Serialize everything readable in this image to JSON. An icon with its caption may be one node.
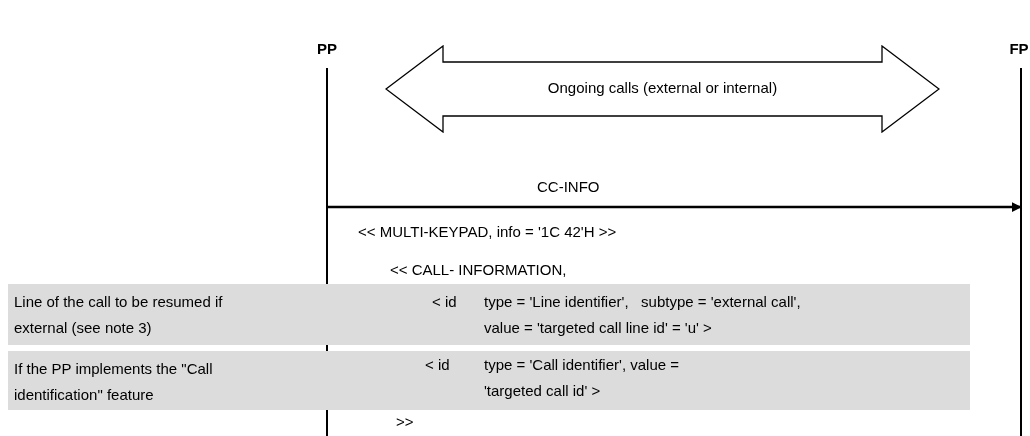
{
  "diagram": {
    "nodes": [
      {
        "text": [
          "PP"
        ]
      },
      {
        "text": [
          "FP"
        ]
      },
      {
        "text": [
          "Ongoing calls (external or internal)"
        ]
      },
      {
        "text": [
          "Line of the call to be resumed if external (see note 3)",
          "< id",
          "type = 'Line identifier',   subtype = 'external call', value = 'targeted call line id' = 'u' >"
        ]
      },
      {
        "text": [
          "If the PP implements the \"Call identification\" feature",
          "< id",
          "type = 'Call identifier', value = 'targeted call id' >"
        ]
      }
    ],
    "edges": [
      {
        "from": 0,
        "to": 1,
        "arrow": "to",
        "label": "CC-INFO"
      }
    ],
    "labels": [
      "<< MULTI-KEYPAD, info = '1C 42'H >>",
      "<< CALL- INFORMATION,",
      ">>"
    ]
  }
}
